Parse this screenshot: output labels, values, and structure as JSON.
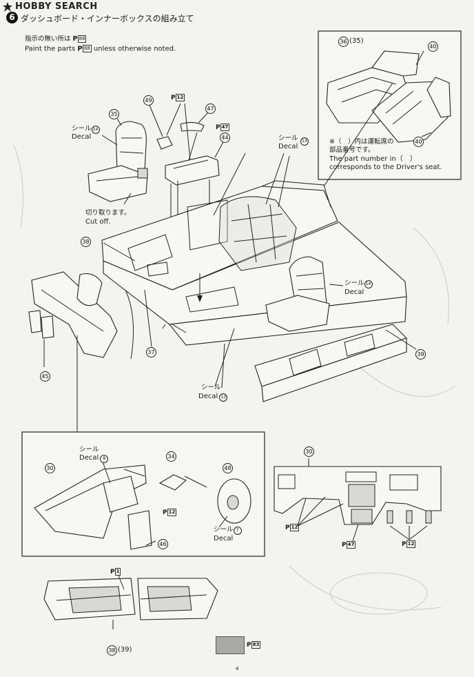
{
  "logo": {
    "text": "HOBBY SEARCH"
  },
  "header": {
    "step_number": "6",
    "title": "ダッシュボード・インナーボックスの組み立て"
  },
  "paint_note": {
    "jp": "指示の無い所は",
    "en_prefix": "Paint the parts",
    "en_suffix": "unless otherwise noted.",
    "code": "88"
  },
  "labels": {
    "seal": "シール",
    "decal": "Decal",
    "cutoff_jp": "切り取ります。",
    "cutoff_en": "Cut off.",
    "inset_note_jp1": "※（　）内は運転席の",
    "inset_note_jp2": "部品番号です。",
    "inset_note_en1": "The part number in（　）",
    "inset_note_en2": "corresponds to the Driver's seat.",
    "page_number": "4"
  },
  "part_numbers": {
    "p36": "36",
    "p35": "35",
    "p40": "40",
    "p49": "49",
    "p47": "47",
    "p44": "44",
    "p38": "38",
    "p45": "45",
    "p37": "37",
    "p39": "39",
    "p30": "30",
    "p34": "34",
    "p48": "48",
    "p46": "46"
  },
  "decal_numbers": {
    "d1": "14",
    "d2": "13",
    "d3": "13",
    "d4": "14",
    "d5": "8",
    "d6": "7"
  },
  "paint_refs": {
    "r12": "12",
    "r47": "47",
    "r1": "1",
    "r83": "83"
  },
  "paint_prefix": "P",
  "colors": {
    "swatch": "#a9aaa6",
    "ink": "#1a1a1a"
  }
}
